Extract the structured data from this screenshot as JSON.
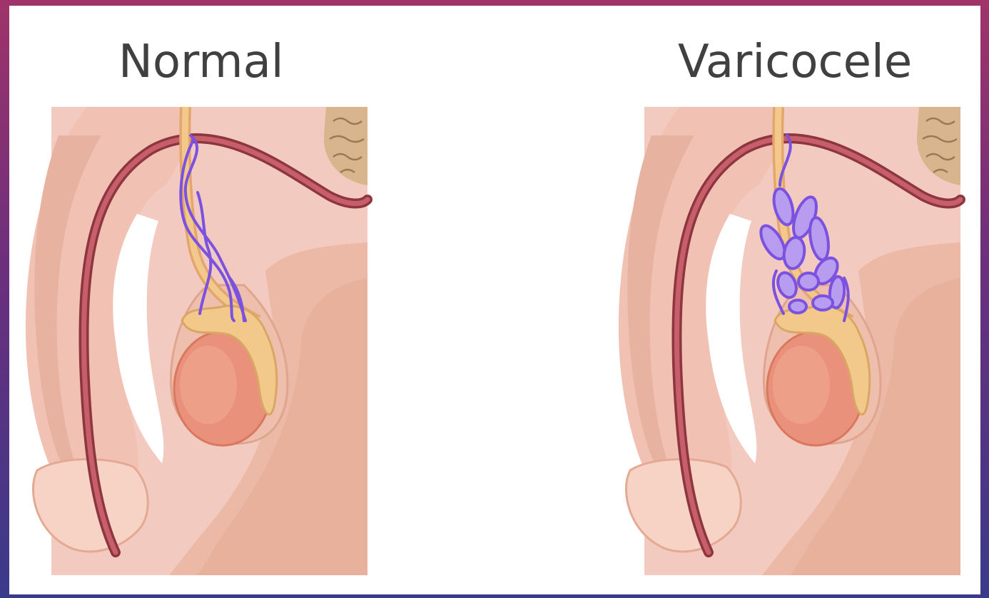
{
  "slide": {
    "background_gradient": [
      "#a0336a",
      "#6b2f7d",
      "#3a3a8a"
    ],
    "card_color": "#ffffff"
  },
  "panels": [
    {
      "title": "Normal",
      "condition": "normal",
      "vein_style": "thin-lines",
      "vein_color": "#7b52e0"
    },
    {
      "title": "Varicocele",
      "condition": "varicocele",
      "vein_style": "dilated-tortuous",
      "vein_color": "#7b52e0",
      "vein_fill": "#b79cf0"
    }
  ],
  "palette": {
    "skin_light": "#f3c9bd",
    "skin_mid": "#ebb5a3",
    "skin_dark": "#dca08c",
    "urethra": "#b04a55",
    "cord": "#e9b27a",
    "epididymis": "#f2c98a",
    "testis": "#e9917a",
    "bowel": "#d6b48c"
  }
}
